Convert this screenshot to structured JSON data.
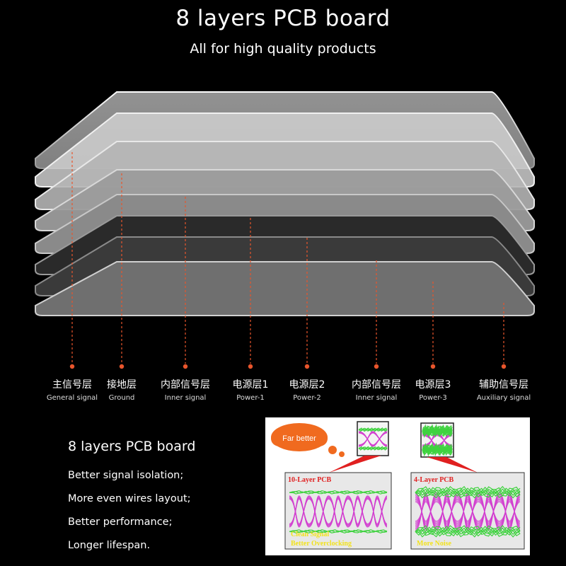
{
  "header": {
    "title": "8 layers PCB board",
    "subtitle": "All for high quality products"
  },
  "layers": [
    {
      "zh": "主信号层",
      "en": "General signal"
    },
    {
      "zh": "接地层",
      "en": "Ground"
    },
    {
      "zh": "内部信号层",
      "en": "Inner signal"
    },
    {
      "zh": "电源层1",
      "en": "Power-1"
    },
    {
      "zh": "电源层2",
      "en": "Power-2"
    },
    {
      "zh": "内部信号层",
      "en": "Inner signal"
    },
    {
      "zh": "电源层3",
      "en": "Power-3"
    },
    {
      "zh": "辅助信号层",
      "en": "Auxiliary signal"
    }
  ],
  "features": {
    "title": "8 layers PCB board",
    "items": [
      "Better signal isolation;",
      "More even wires layout;",
      "Better performance;",
      "Longer lifespan."
    ]
  },
  "comparison": {
    "bubble": "Far better",
    "left": {
      "title": "10-Layer PCB",
      "caption1": "Clean Signal",
      "caption2": "Better Overclocking"
    },
    "right": {
      "title": "4-Layer PCB",
      "caption1": "More Noise"
    }
  },
  "colors": {
    "accent": "#e8552c",
    "signal_magenta": "#d23fd0",
    "signal_green": "#3fd23f",
    "caption_yellow": "#f2e21c",
    "title_red": "#e02020"
  }
}
